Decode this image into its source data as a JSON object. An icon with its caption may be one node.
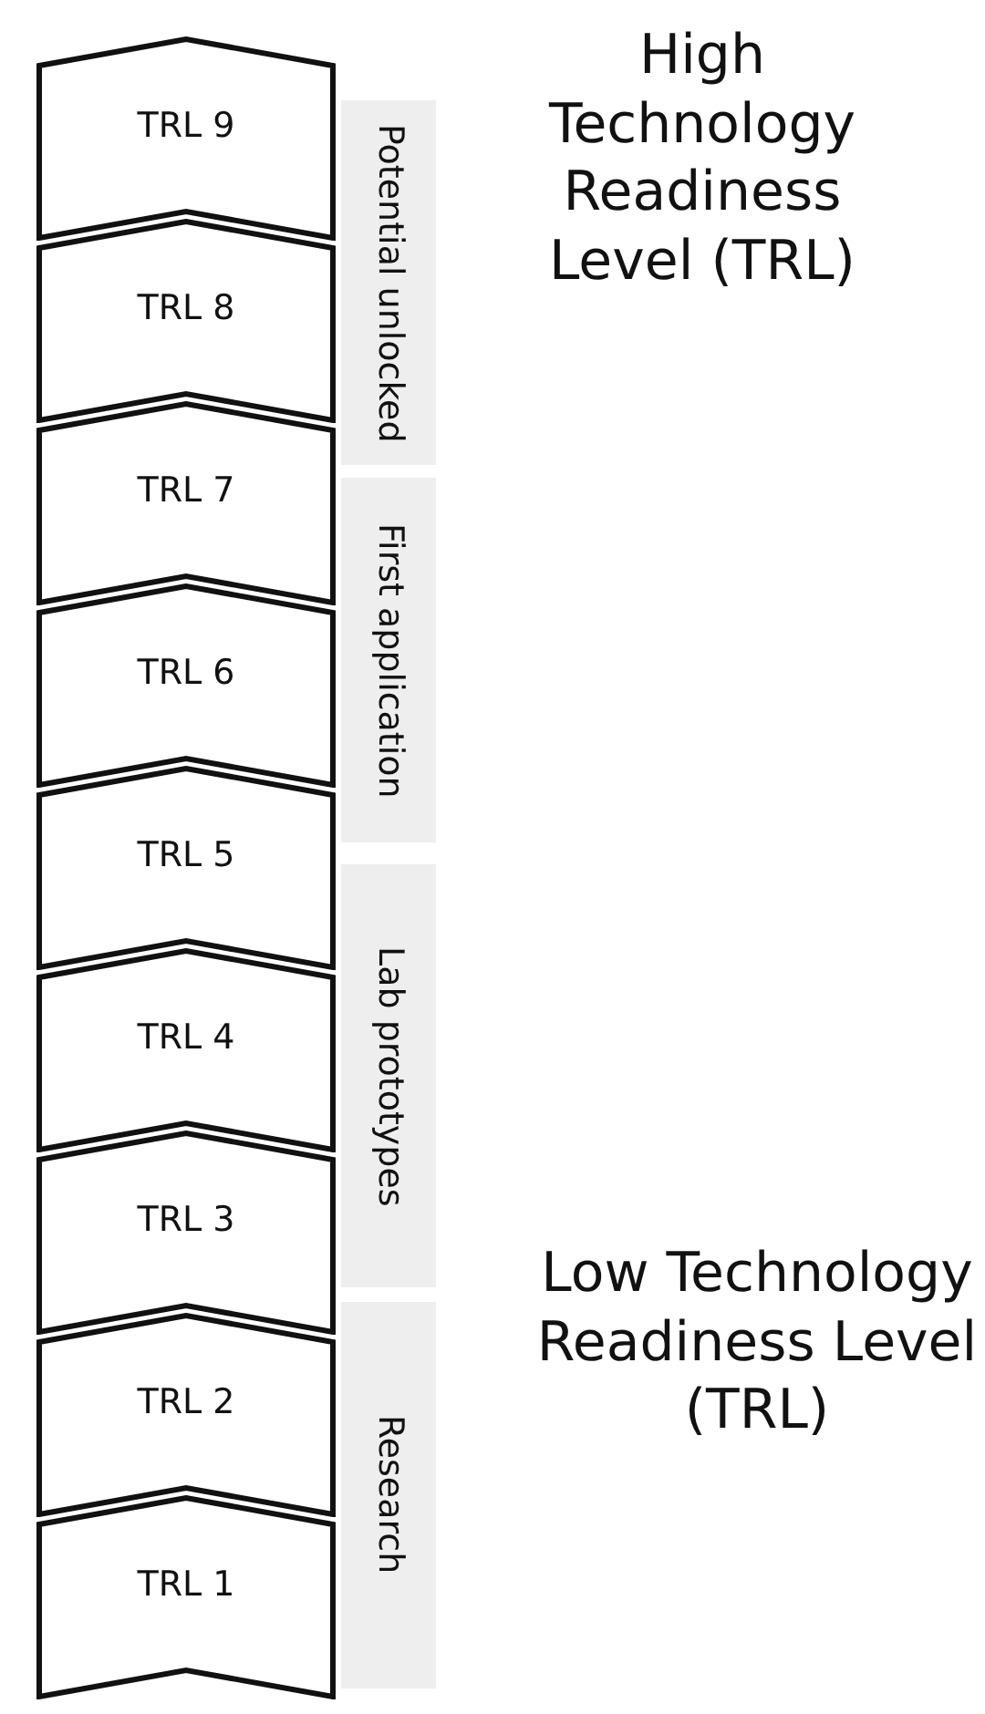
{
  "diagram": {
    "nodes": [
      {
        "text": [
          "TRL 9"
        ]
      },
      {
        "text": [
          "TRL 8"
        ]
      },
      {
        "text": [
          "TRL 7"
        ]
      },
      {
        "text": [
          "TRL 6"
        ]
      },
      {
        "text": [
          "TRL 5"
        ]
      },
      {
        "text": [
          "TRL 4"
        ]
      },
      {
        "text": [
          "TRL 3"
        ]
      },
      {
        "text": [
          "TRL 2"
        ]
      },
      {
        "text": [
          "TRL 1"
        ]
      },
      {
        "text": [
          "Potential unlocked"
        ]
      },
      {
        "text": [
          "First application"
        ]
      },
      {
        "text": [
          "Lab prototypes"
        ]
      },
      {
        "text": [
          "Research"
        ]
      }
    ],
    "edges": [],
    "labels": [
      "High Technology Readiness Level (TRL)",
      "Low Technology Readiness Level (TRL)"
    ]
  }
}
